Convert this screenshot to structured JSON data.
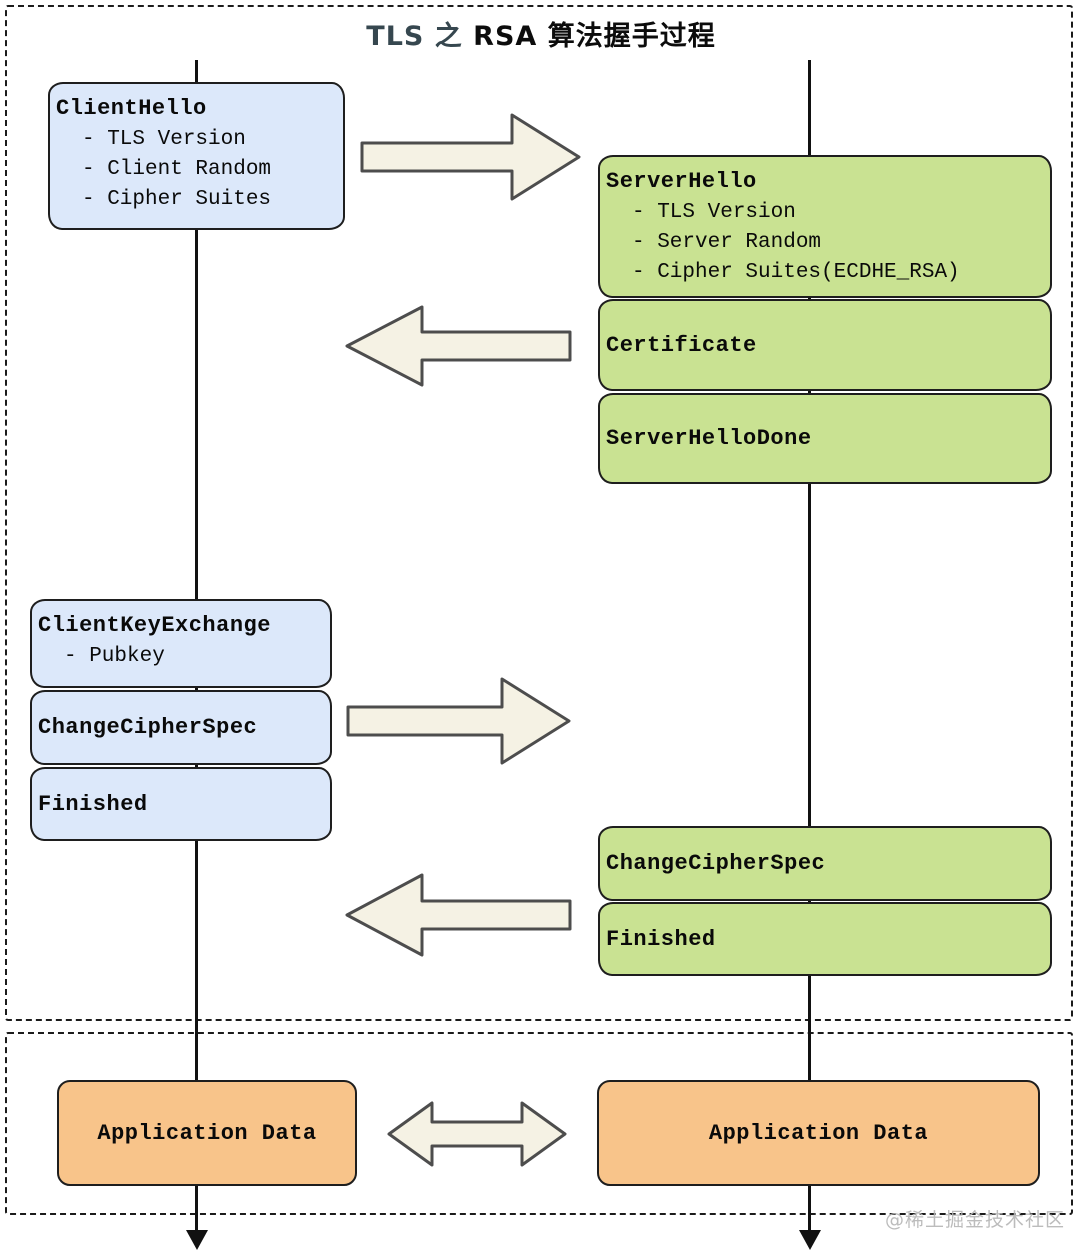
{
  "title": {
    "part1": "TLS 之",
    "part2": " RSA 算法握手过程"
  },
  "client": {
    "hello": {
      "title": "ClientHello",
      "items": [
        "- TLS Version",
        "- Client Random",
        "- Cipher Suites"
      ]
    },
    "key_exchange": {
      "title": "ClientKeyExchange",
      "items": [
        "- Pubkey"
      ]
    },
    "change_cipher_spec": {
      "title": "ChangeCipherSpec"
    },
    "finished": {
      "title": "Finished"
    },
    "application_data": {
      "title": "Application Data"
    }
  },
  "server": {
    "hello": {
      "title": "ServerHello",
      "items": [
        "- TLS Version",
        "- Server Random",
        "- Cipher Suites(ECDHE_RSA)"
      ]
    },
    "certificate": {
      "title": "Certificate"
    },
    "hello_done": {
      "title": "ServerHelloDone"
    },
    "change_cipher_spec": {
      "title": "ChangeCipherSpec"
    },
    "finished": {
      "title": "Finished"
    },
    "application_data": {
      "title": "Application Data"
    }
  },
  "watermark": "@稀土掘金技术社区",
  "icons": {
    "right_arrow": "block-arrow-right",
    "left_arrow": "block-arrow-left",
    "double_arrow": "block-arrow-double",
    "lifeline_arrow": "arrow-down"
  },
  "colors": {
    "client_box": "#dce8fa",
    "server_box": "#c9e292",
    "application_box": "#f8c48a",
    "arrow_fill": "#f5f2e4",
    "arrow_stroke": "#4d4d4d",
    "box_border": "#1e1e1e",
    "title_accent": "#36474f",
    "watermark": "#b5b5b5"
  }
}
